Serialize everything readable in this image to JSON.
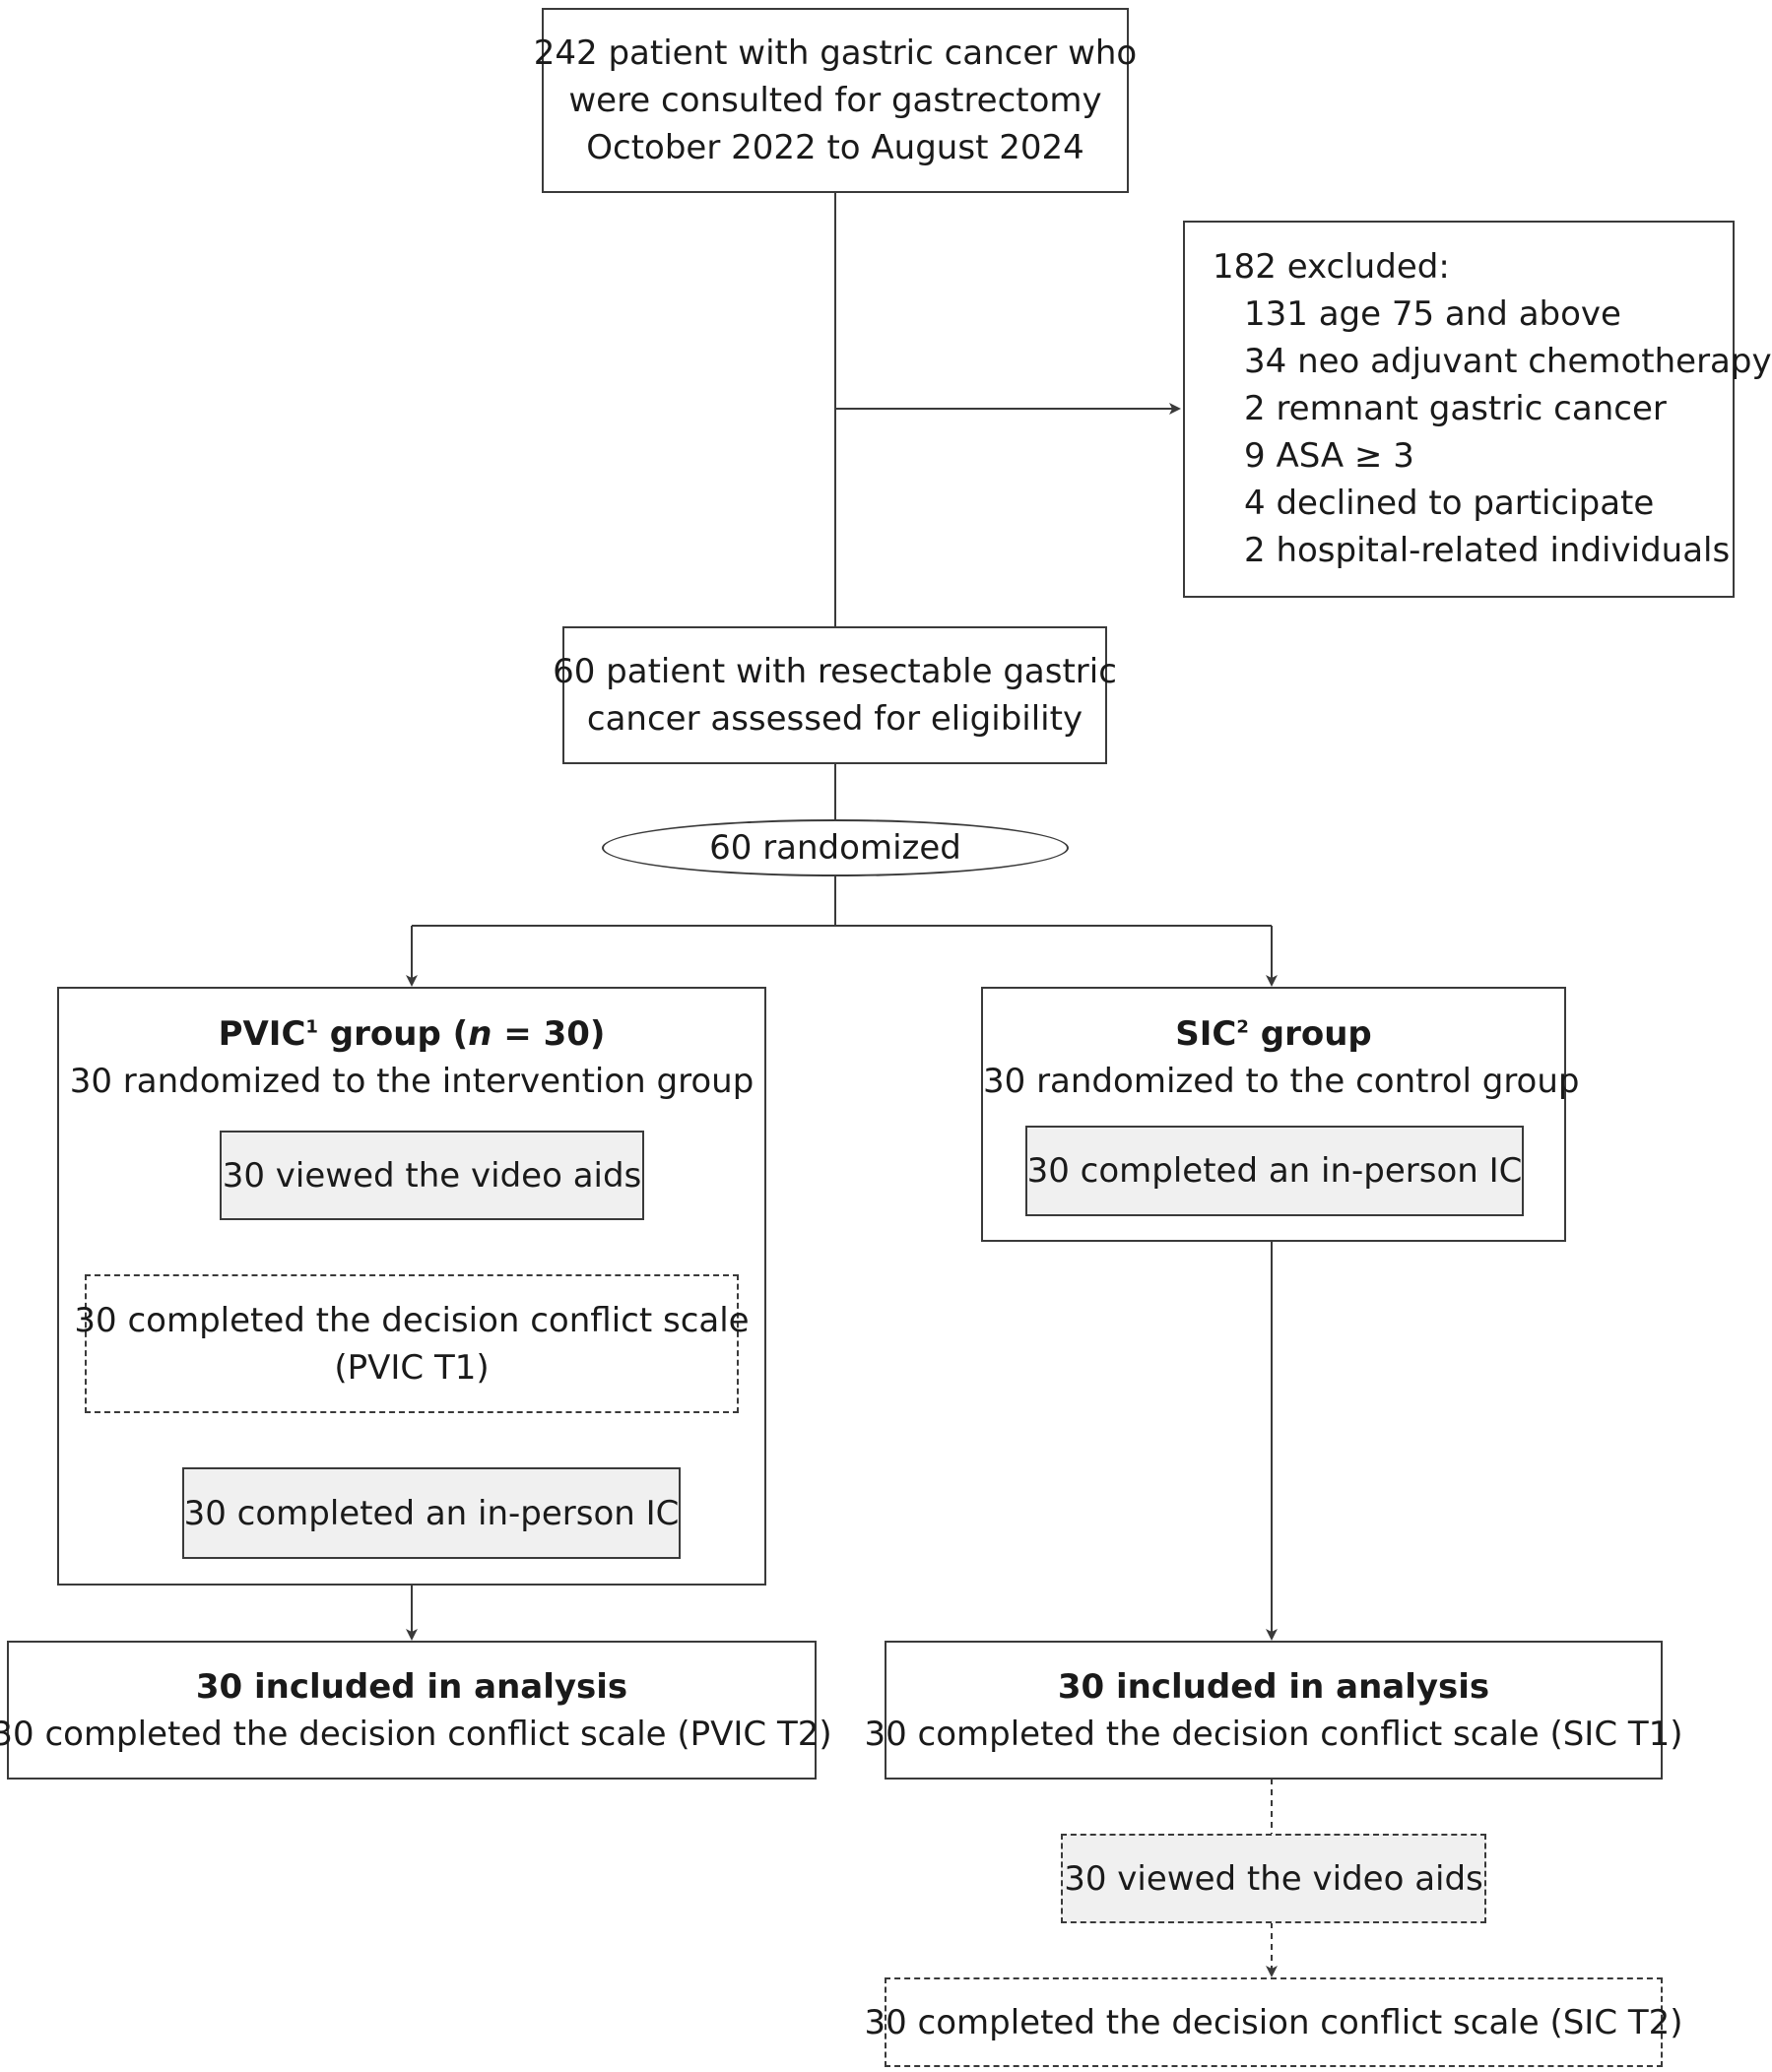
{
  "top_box": {
    "lines": [
      "242 patient with gastric cancer who",
      "were consulted for gastrectomy",
      "October 2022 to August 2024"
    ]
  },
  "excluded_box": {
    "title": "182 excluded:",
    "items": [
      "131 age 75 and above",
      "34 neo adjuvant chemotherapy",
      "2 remnant gastric cancer",
      "9 ASA ≥ 3",
      "4 declined to participate",
      "2 hospital-related individuals"
    ]
  },
  "eligibility_box": {
    "lines": [
      "60 patient with resectable gastric",
      "cancer assessed for eligibility"
    ]
  },
  "randomized_label": "60 randomized",
  "pvic_group": {
    "name": "PVIC",
    "sup": "1",
    "suffix_before_n": " group (",
    "n_symbol": "n",
    "suffix_after_n": " = 30)",
    "subtitle": "30 randomized to the intervention group",
    "step_video": "30 viewed the video aids",
    "step_scale_lines": [
      "30 completed the decision conflict scale",
      "(PVIC T1)"
    ],
    "step_ic": "30 completed an in-person IC"
  },
  "sic_group": {
    "name": "SIC",
    "sup": "2",
    "suffix": " group",
    "subtitle": "30 randomized to the control group",
    "step_ic": "30 completed an in-person IC"
  },
  "pvic_analysis": {
    "title": "30 included in analysis",
    "subtitle": "30 completed the decision conflict scale (PVIC T2)"
  },
  "sic_analysis": {
    "title": "30 included in analysis",
    "subtitle": "30 completed the decision conflict scale (SIC T1)"
  },
  "sic_video": "30 viewed the video aids",
  "sic_final_scale": "30 completed the decision conflict scale (SIC T2)"
}
